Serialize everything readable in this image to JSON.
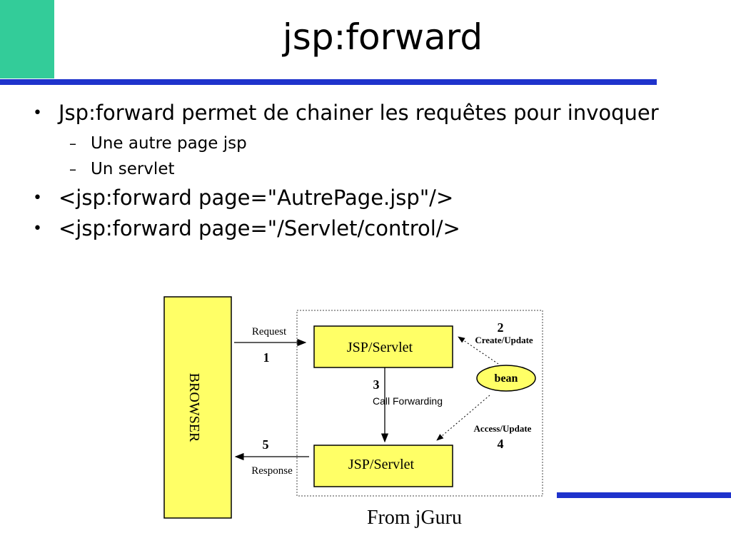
{
  "slide": {
    "title": "jsp:forward",
    "bullets": [
      {
        "text": "Jsp:forward permet de chainer les requêtes pour invoquer",
        "sub": [
          "Une autre page jsp",
          "Un servlet"
        ]
      },
      {
        "text": "<jsp:forward page=\"AutrePage.jsp\"/>"
      },
      {
        "text": "<jsp:forward page=\"/Servlet/control/>"
      }
    ],
    "bullet_glyph": "•",
    "sub_glyph": "–"
  },
  "diagram": {
    "browser_label": "BROWSER",
    "box_top_label": "JSP/Servlet",
    "box_bottom_label": "JSP/Servlet",
    "bean_label": "bean",
    "request_label": "Request",
    "step1": "1",
    "step2": "2",
    "create_update_label": "Create/Update",
    "step3": "3",
    "call_forwarding_label": "Call Forwarding",
    "access_update_label": "Access/Update",
    "step4": "4",
    "step5": "5",
    "response_label": "Response"
  },
  "caption": "From jGuru",
  "colors": {
    "accent_green": "#33cc99",
    "rule_blue": "#1f33cc",
    "box_yellow": "#ffff66"
  }
}
